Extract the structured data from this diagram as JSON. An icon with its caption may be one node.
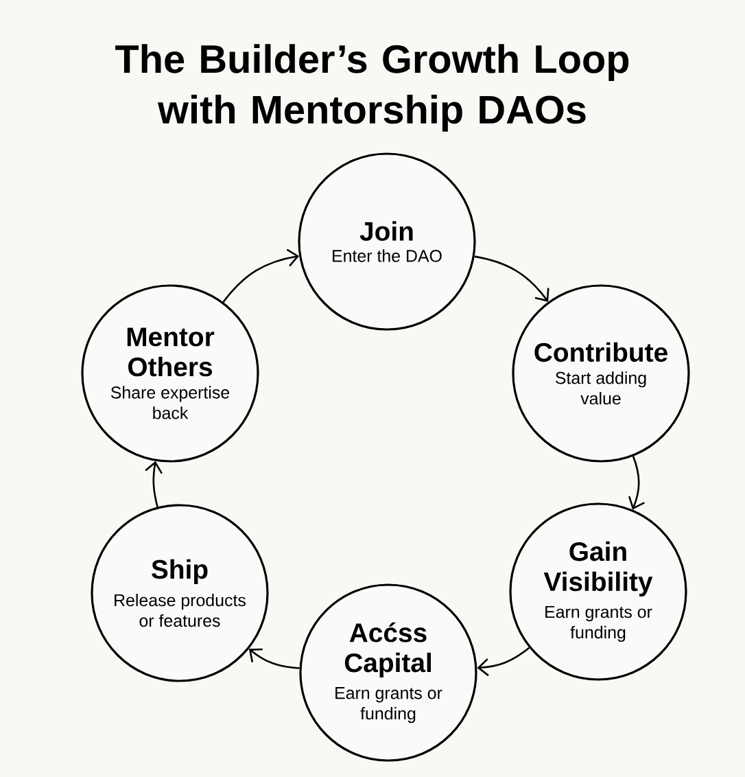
{
  "diagram": {
    "title": "The Builder’s Growth Loop with Mentorship DAOs",
    "nodes": [
      {
        "text": [
          "Join",
          "Enter the DAO"
        ]
      },
      {
        "text": [
          "Contribute",
          "Start adding value"
        ]
      },
      {
        "text": [
          "Gain Visibility",
          "Earn grants or funding"
        ]
      },
      {
        "text": [
          "Acćss Capital",
          "Earn grants or funding"
        ]
      },
      {
        "text": [
          "Ship",
          "Release products or features"
        ]
      },
      {
        "text": [
          "Mentor Others",
          "Share expertise back"
        ]
      }
    ],
    "edges": [
      {
        "from": 0,
        "to": 1,
        "arrow": "to"
      },
      {
        "from": 1,
        "to": 2,
        "arrow": "to"
      },
      {
        "from": 2,
        "to": 3,
        "arrow": "to"
      },
      {
        "from": 3,
        "to": 4,
        "arrow": "to"
      },
      {
        "from": 4,
        "to": 5,
        "arrow": "to"
      },
      {
        "from": 5,
        "to": 0,
        "arrow": "to"
      }
    ]
  }
}
